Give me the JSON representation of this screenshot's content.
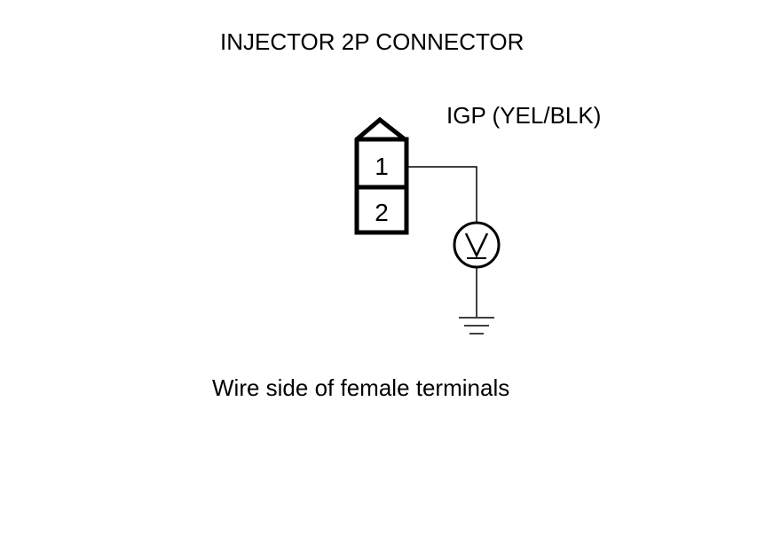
{
  "title": "INJECTOR 2P CONNECTOR",
  "wire_label": "IGP (YEL/BLK)",
  "caption": "Wire side of female terminals",
  "connector": {
    "terminals": [
      "1",
      "2"
    ]
  },
  "meter": {
    "symbol": "V"
  },
  "colors": {
    "line": "#000000",
    "background": "#ffffff"
  }
}
